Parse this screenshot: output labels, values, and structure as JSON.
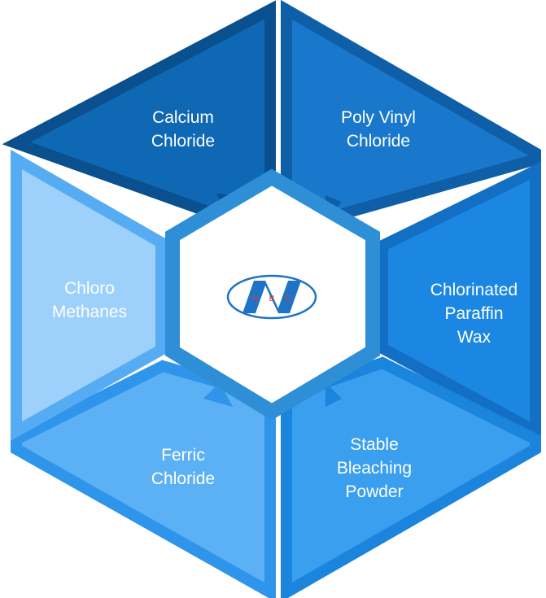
{
  "diagram": {
    "segments": [
      {
        "id": "top-left",
        "lines": [
          "Calcium",
          "Chloride"
        ],
        "fill": "#0f68b4",
        "border": "#0a4f8e"
      },
      {
        "id": "top-right",
        "lines": [
          "Poly Vinyl",
          "Chloride"
        ],
        "fill": "#1a78cc",
        "border": "#0f5fa8"
      },
      {
        "id": "right",
        "lines": [
          "Chlorinated",
          "Paraffin",
          "Wax"
        ],
        "fill": "#1b87e2",
        "border": "#136fc4"
      },
      {
        "id": "bottom-right",
        "lines": [
          "Stable",
          "Bleaching",
          "Powder"
        ],
        "fill": "#3a9fef",
        "border": "#1b84dc"
      },
      {
        "id": "bottom-left",
        "lines": [
          "Ferric",
          "Chloride"
        ],
        "fill": "#5cb0f4",
        "border": "#2f95ea"
      },
      {
        "id": "left",
        "lines": [
          "Chloro",
          "Methanes"
        ],
        "fill": "#9dd0fb",
        "border": "#56acf2"
      }
    ],
    "center_ring_color": "#2f8fd6",
    "logo": {
      "letters": [
        "N",
        "B",
        "E"
      ],
      "color": "#1e73c7",
      "accent": "#d83a3a"
    }
  }
}
